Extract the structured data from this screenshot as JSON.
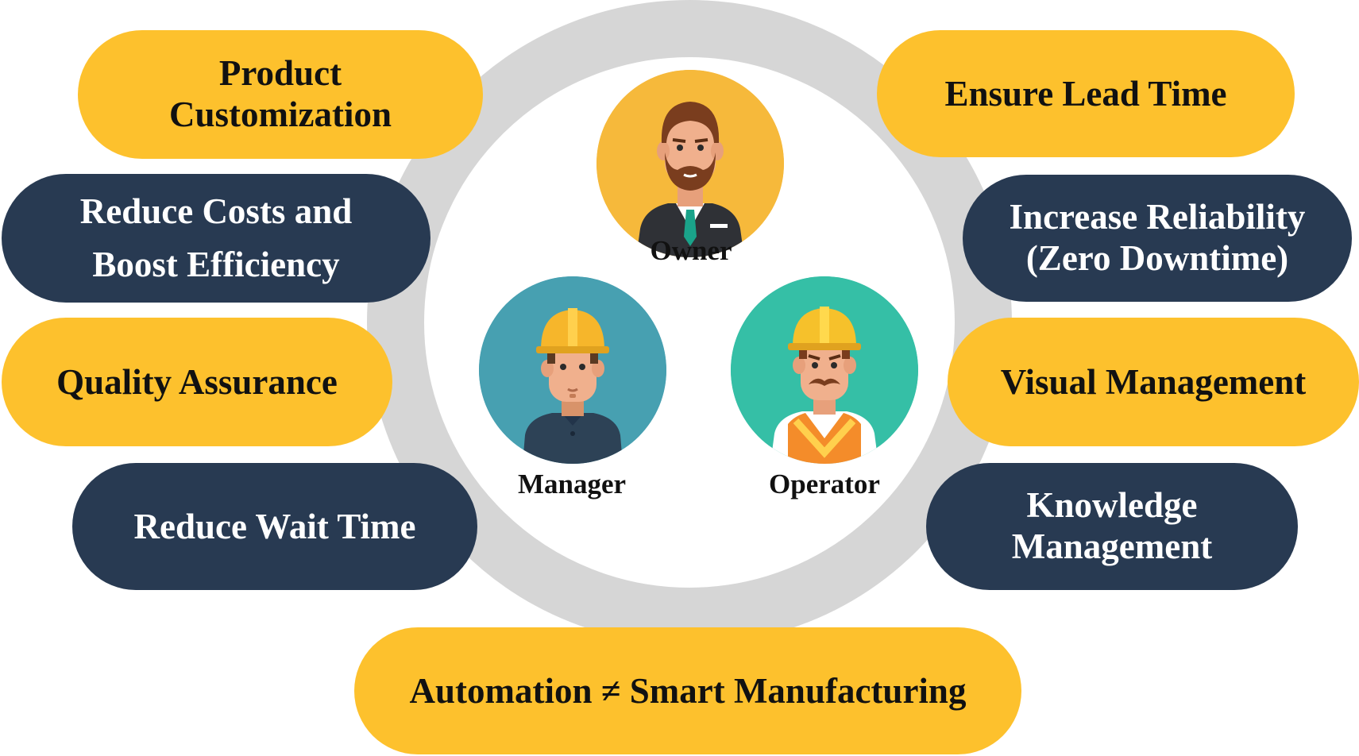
{
  "goals_left": [
    {
      "lines": [
        "Product",
        "Customization"
      ],
      "style": "yellow"
    },
    {
      "lines": [
        "Reduce Costs and",
        "Boost Efficiency"
      ],
      "style": "navy"
    },
    {
      "lines": [
        "Quality Assurance"
      ],
      "style": "yellow"
    },
    {
      "lines": [
        "Reduce Wait Time"
      ],
      "style": "navy"
    }
  ],
  "goals_right": [
    {
      "lines": [
        "Ensure Lead Time"
      ],
      "style": "yellow"
    },
    {
      "lines": [
        "Increase Reliability",
        "(Zero Downtime)"
      ],
      "style": "navy"
    },
    {
      "lines": [
        "Visual Management"
      ],
      "style": "yellow"
    },
    {
      "lines": [
        "Knowledge",
        "Management"
      ],
      "style": "navy"
    }
  ],
  "bottom_goal": {
    "text": "Automation ≠ Smart Manufacturing",
    "style": "yellow"
  },
  "roles": {
    "owner": {
      "label": "Owner",
      "icon": "businessman-avatar-icon"
    },
    "manager": {
      "label": "Manager",
      "icon": "engineer-avatar-icon"
    },
    "operator": {
      "label": "Operator",
      "icon": "worker-avatar-icon"
    }
  },
  "colors": {
    "yellow": "#fdc12d",
    "navy": "#283a52",
    "ring": "#d6d6d6",
    "owner_bg": "#f6b93b",
    "manager_bg": "#47a0b1",
    "operator_bg": "#35bfa6"
  }
}
